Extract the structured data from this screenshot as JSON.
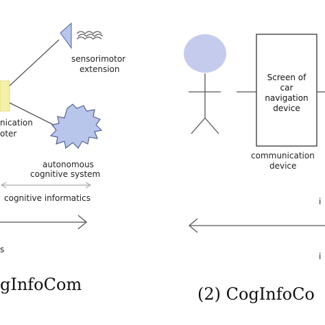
{
  "left_panel": {
    "sensorimotor_label_line1": "sensorimotor",
    "sensorimotor_label_line2": "extension",
    "communication_label_line1": "nication",
    "communication_label_line2": "oter",
    "autonomous_label_line1": "autonomous",
    "autonomous_label_line2": "cognitive system",
    "span_label": "cognitive informatics",
    "arrow_label": "s",
    "caption": "gInfoCom"
  },
  "right_panel": {
    "screen_line1": "Screen of",
    "screen_line2": "car",
    "screen_line3": "navigation",
    "screen_line4": "device",
    "device_label_line1": "communication",
    "device_label_line2": "device",
    "edge_label_1": "i",
    "edge_label_2": "i",
    "caption": "(2) CogInfoCo"
  },
  "colors": {
    "head_fill": "#c5cbec",
    "cloud_fill": "#b9c6ec",
    "highlight_fill": "#f5f0a8",
    "line": "#555555"
  }
}
